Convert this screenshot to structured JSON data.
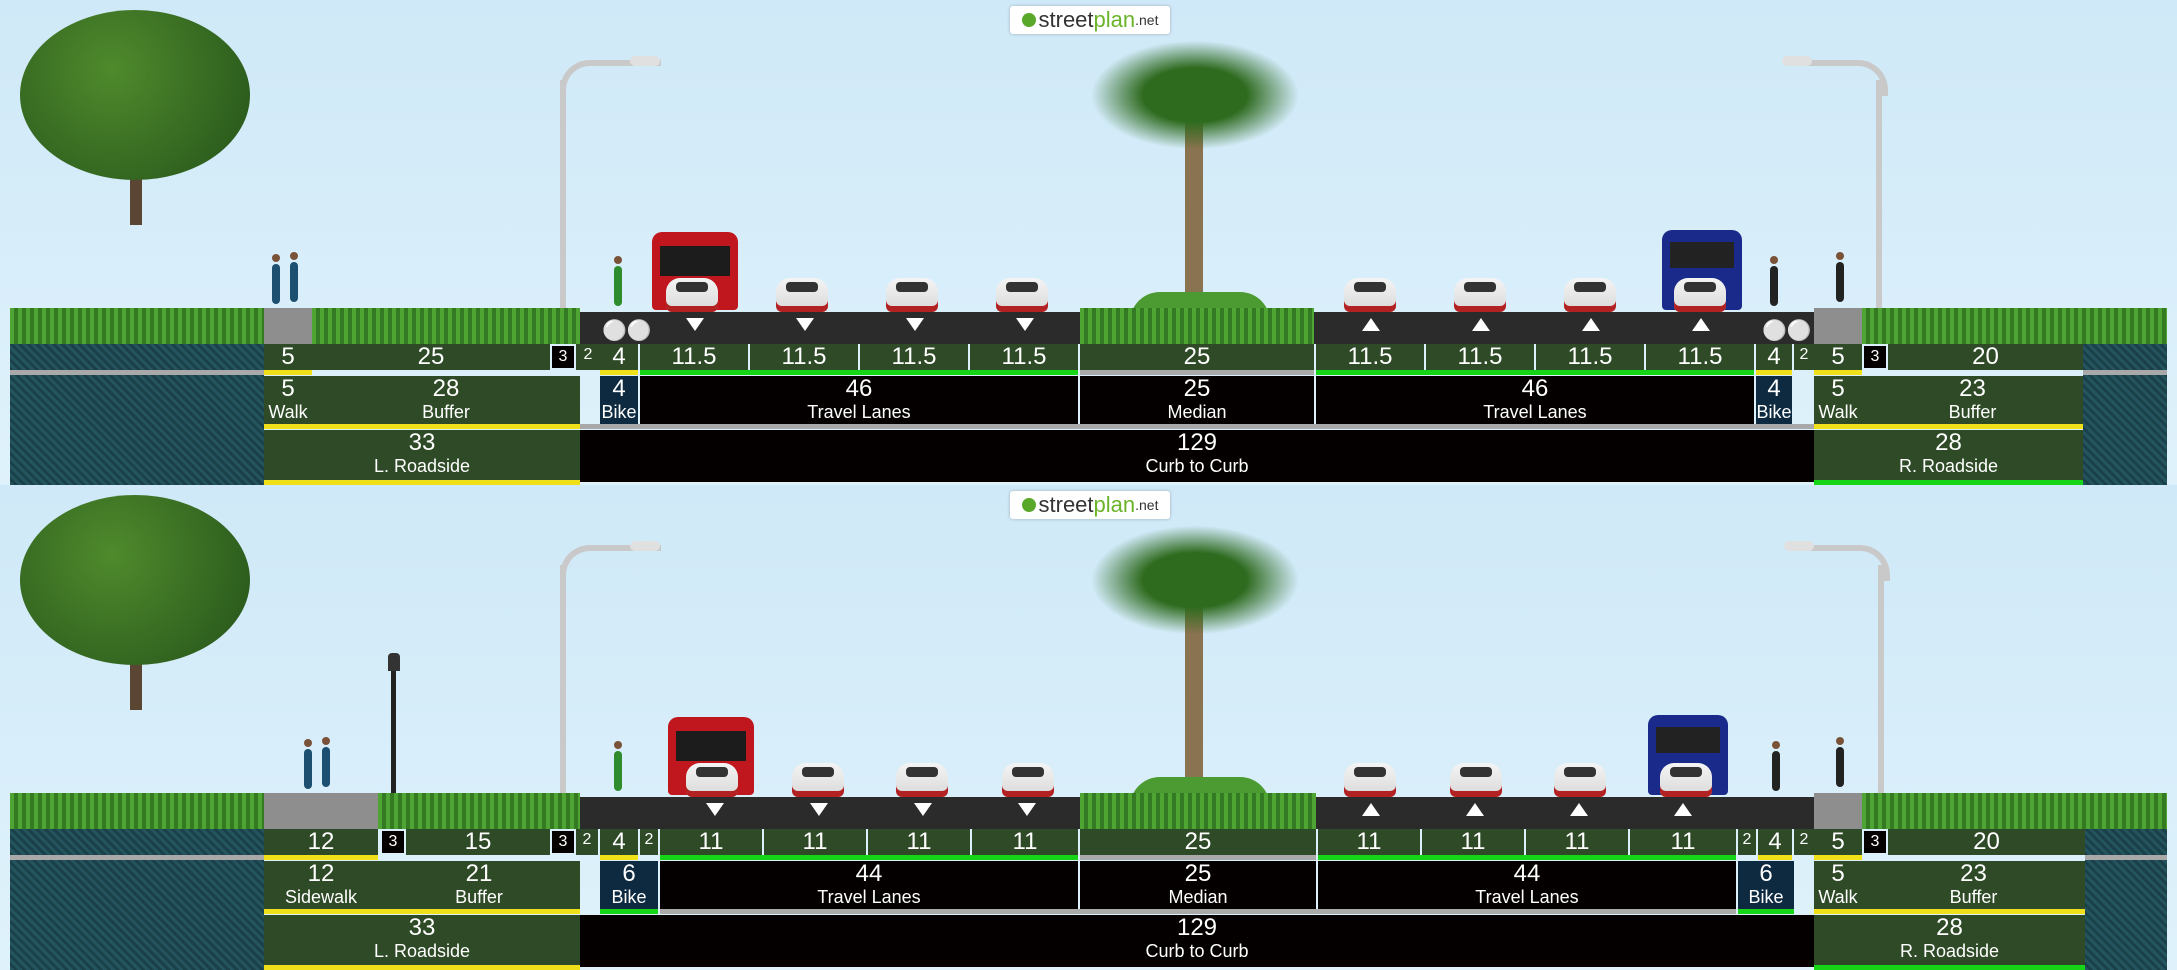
{
  "logo": {
    "part1": "streetplan",
    "part1a": "street",
    "part1b": "plan",
    "part2": ".net"
  },
  "panel_a": {
    "row1": [
      {
        "v": "5"
      },
      {
        "v": "25"
      },
      {
        "v": "3"
      },
      {
        "v": "2"
      },
      {
        "v": "4"
      },
      {
        "v": "11.5"
      },
      {
        "v": "11.5"
      },
      {
        "v": "11.5"
      },
      {
        "v": "11.5"
      },
      {
        "v": "25"
      },
      {
        "v": "11.5"
      },
      {
        "v": "11.5"
      },
      {
        "v": "11.5"
      },
      {
        "v": "11.5"
      },
      {
        "v": "4"
      },
      {
        "v": "2"
      },
      {
        "v": "5"
      },
      {
        "v": "3"
      },
      {
        "v": "20"
      }
    ],
    "row2": [
      {
        "v": "5",
        "l": "Walk"
      },
      {
        "v": "28",
        "l": "Buffer"
      },
      {
        "v": "4",
        "l": "Bike"
      },
      {
        "v": "46",
        "l": "Travel Lanes"
      },
      {
        "v": "25",
        "l": "Median"
      },
      {
        "v": "46",
        "l": "Travel Lanes"
      },
      {
        "v": "4",
        "l": "Bike"
      },
      {
        "v": "5",
        "l": "Walk"
      },
      {
        "v": "23",
        "l": "Buffer"
      }
    ],
    "row3": [
      {
        "v": "33",
        "l": "L. Roadside"
      },
      {
        "v": "129",
        "l": "Curb to Curb"
      },
      {
        "v": "28",
        "l": "R. Roadside"
      }
    ]
  },
  "panel_b": {
    "row1": [
      {
        "v": "12"
      },
      {
        "v": "3"
      },
      {
        "v": "15"
      },
      {
        "v": "3"
      },
      {
        "v": "2"
      },
      {
        "v": "4"
      },
      {
        "v": "2"
      },
      {
        "v": "11"
      },
      {
        "v": "11"
      },
      {
        "v": "11"
      },
      {
        "v": "11"
      },
      {
        "v": "25"
      },
      {
        "v": "11"
      },
      {
        "v": "11"
      },
      {
        "v": "11"
      },
      {
        "v": "11"
      },
      {
        "v": "2"
      },
      {
        "v": "4"
      },
      {
        "v": "2"
      },
      {
        "v": "5"
      },
      {
        "v": "3"
      },
      {
        "v": "20"
      }
    ],
    "row2": [
      {
        "v": "12",
        "l": "Sidewalk"
      },
      {
        "v": "21",
        "l": "Buffer"
      },
      {
        "v": "6",
        "l": "Bike"
      },
      {
        "v": "44",
        "l": "Travel Lanes"
      },
      {
        "v": "25",
        "l": "Median"
      },
      {
        "v": "44",
        "l": "Travel Lanes"
      },
      {
        "v": "6",
        "l": "Bike"
      },
      {
        "v": "5",
        "l": "Walk"
      },
      {
        "v": "23",
        "l": "Buffer"
      }
    ],
    "row3": [
      {
        "v": "33",
        "l": "L. Roadside"
      },
      {
        "v": "129",
        "l": "Curb to Curb"
      },
      {
        "v": "28",
        "l": "R. Roadside"
      }
    ]
  },
  "colors": {
    "walk_bar": "#f0e01a",
    "lane_bar": "#16d416",
    "bike_bg": "#0e2a40"
  }
}
